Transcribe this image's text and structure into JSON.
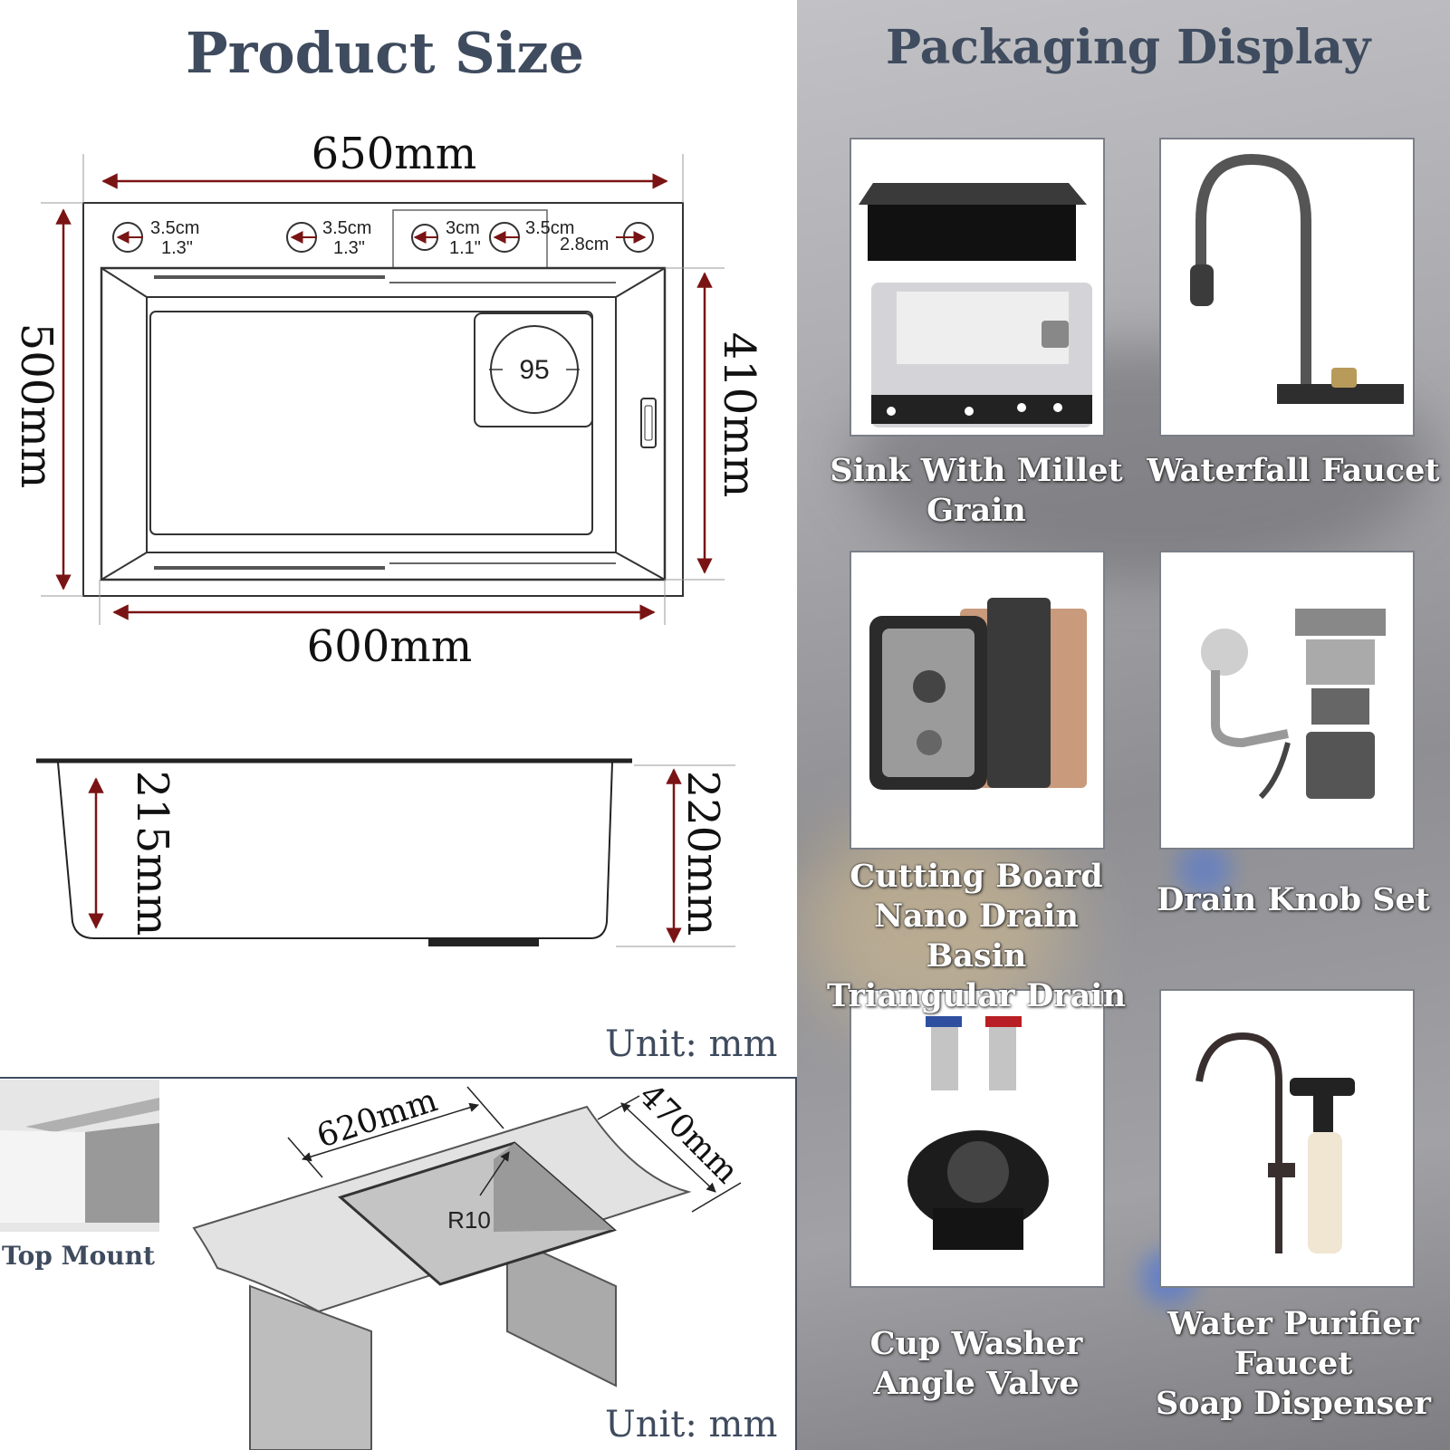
{
  "product_size": {
    "title": "Product Size",
    "top_view": {
      "overall_width": "650mm",
      "inner_width": "600mm",
      "overall_depth": "500mm",
      "inner_depth": "410mm",
      "drain_diameter": "95",
      "holes": [
        {
          "cm": "3.5cm",
          "inch": "1.3\""
        },
        {
          "cm": "3.5cm",
          "inch": "1.3\""
        },
        {
          "cm": "3cm",
          "inch": "1.1\""
        },
        {
          "cm": "3.5cm",
          "inch": "2.8cm"
        }
      ]
    },
    "side_view": {
      "inner_depth": "215mm",
      "outer_depth": "220mm"
    },
    "unit_label": "Unit: mm"
  },
  "installation": {
    "top_mount_label": "Top Mount",
    "cutout_length": "620mm",
    "cutout_width": "470mm",
    "corner_radius": "R10",
    "unit_label": "Unit: mm"
  },
  "packaging_display": {
    "title": "Packaging Display",
    "items": [
      {
        "lines": [
          "Sink With Millet",
          "Grain"
        ]
      },
      {
        "lines": [
          "Waterfall Faucet"
        ]
      },
      {
        "lines": [
          "Cutting Board",
          "Nano Drain Basin",
          "Triangular Drain"
        ]
      },
      {
        "lines": [
          "Drain Knob Set"
        ]
      },
      {
        "lines": [
          "Cup Washer",
          "Angle Valve"
        ]
      },
      {
        "lines": [
          "Water Purifier",
          "Faucet",
          "Soap Dispenser"
        ]
      }
    ]
  },
  "colors": {
    "dimension_arrow": "#7a1414",
    "title_text": "#3f4b5e"
  }
}
